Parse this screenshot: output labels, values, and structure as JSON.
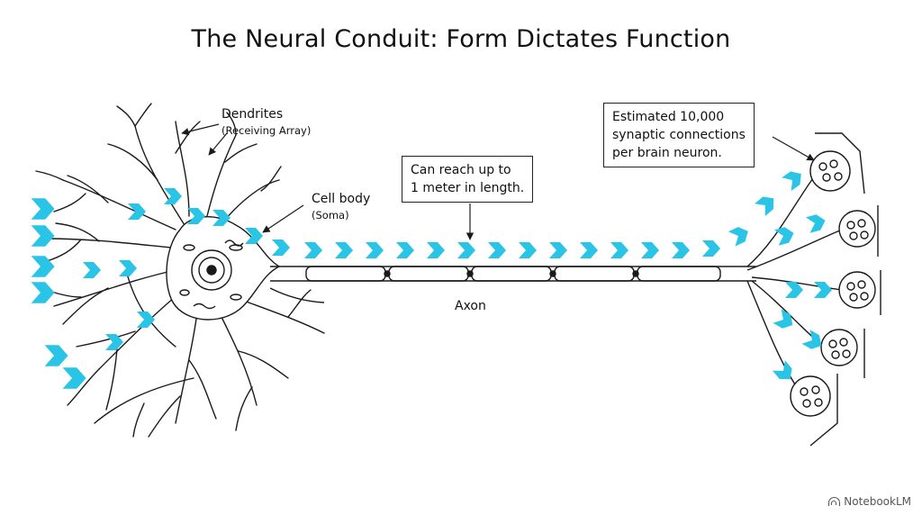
{
  "title": "The Neural Conduit: Form Dictates Function",
  "labels": {
    "dendrites": "Dendrites",
    "dendrites_sub": "(Receiving Array)",
    "cell_body": "Cell body",
    "cell_body_sub": "(Soma)",
    "axon": "Axon"
  },
  "callouts": {
    "axon_length": {
      "line1": "Can reach up to",
      "line2": "1 meter in length."
    },
    "synapses": {
      "line1": "Estimated 10,000",
      "line2": "synaptic connections",
      "line3": "per brain neuron."
    }
  },
  "brand": "NotebookLM",
  "colors": {
    "signal_arrow": "#29c4e6",
    "line": "#1a1a1a"
  },
  "icons": {
    "brand": "notebook-logo-icon"
  }
}
